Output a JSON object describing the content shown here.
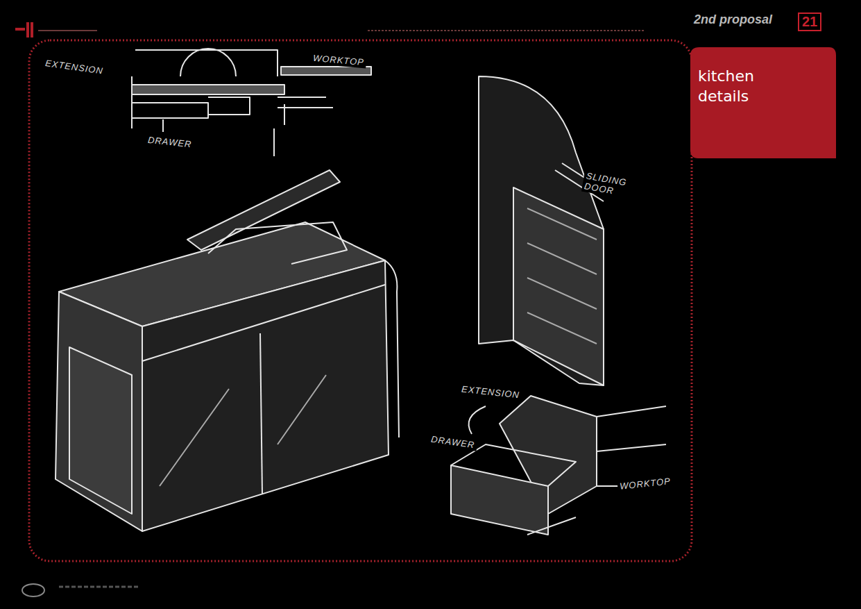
{
  "diagram": {
    "title": "2nd proposal",
    "nodes": [
      {
        "text": [
          "kitchen details"
        ]
      }
    ],
    "labels": [
      "21",
      "EXTENSION",
      "WORKTOP",
      "DRAWER",
      "SLIDING DOOR",
      "EXTENSION",
      "DRAWER",
      "WORKTOP"
    ]
  }
}
